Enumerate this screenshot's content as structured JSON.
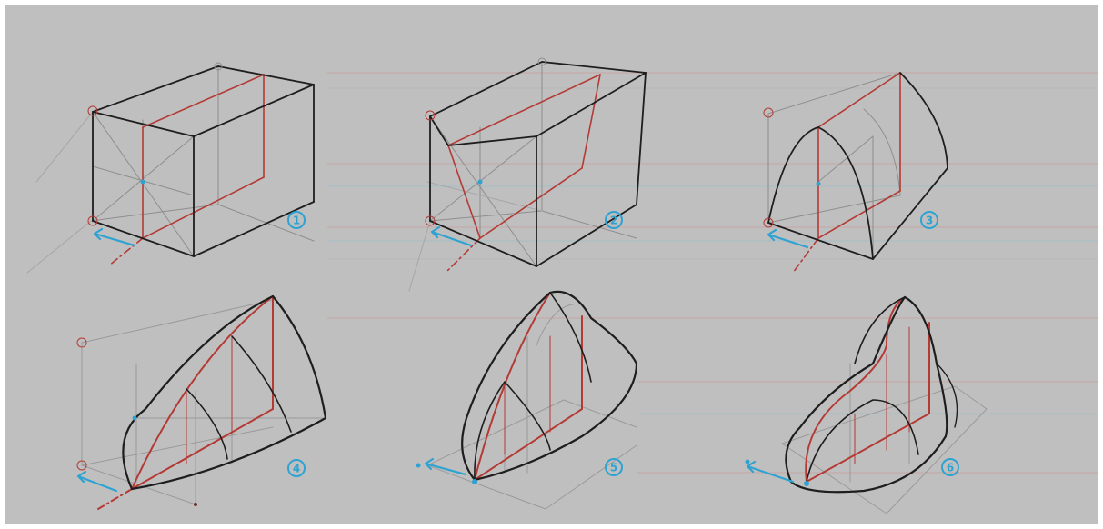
{
  "canvas": {
    "background": "#bfbfbf",
    "border": "#ffffff"
  },
  "colors": {
    "construction_line": "#8e8e8e",
    "light_line": "#a6a6a6",
    "contour": "#1e1e1e",
    "accent_red": "#b43a35",
    "direction_blue": "#2ea3d2",
    "guide_red": "#c99c9c",
    "guide_blue": "#9bbfc8"
  },
  "steps": [
    {
      "label": "1",
      "icon": "numbered-circle-icon"
    },
    {
      "label": "2",
      "icon": "numbered-circle-icon"
    },
    {
      "label": "3",
      "icon": "numbered-circle-icon"
    },
    {
      "label": "4",
      "icon": "numbered-circle-icon"
    },
    {
      "label": "5",
      "icon": "numbered-circle-icon"
    },
    {
      "label": "6",
      "icon": "numbered-circle-icon"
    }
  ]
}
